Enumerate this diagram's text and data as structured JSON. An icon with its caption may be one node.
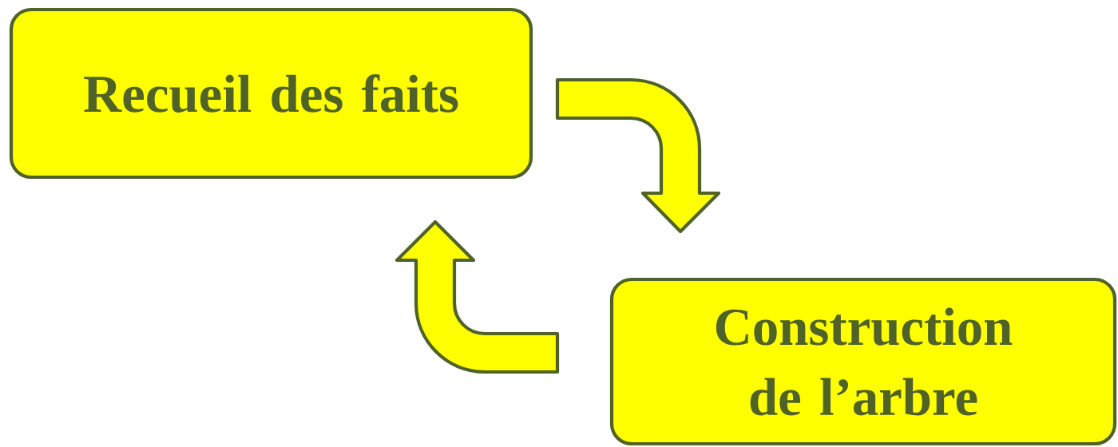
{
  "diagram": {
    "nodes": [
      {
        "text": [
          "Recueil des faits"
        ]
      },
      {
        "text": [
          "Construction de l’arbre"
        ]
      }
    ],
    "edges": [
      {
        "from": 0,
        "to": 1,
        "arrow": "to"
      },
      {
        "from": 1,
        "to": 0,
        "arrow": "to"
      }
    ]
  }
}
